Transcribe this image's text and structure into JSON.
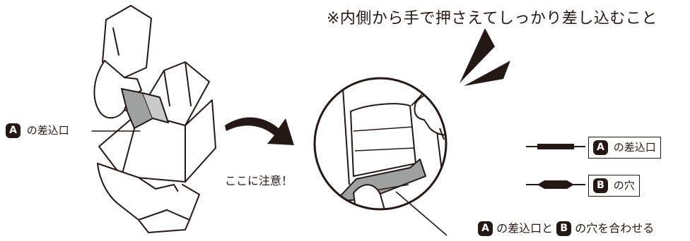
{
  "note": "※内側から手で押さえてしっかり差し込むこと",
  "caution": "ここに注意！",
  "badges": {
    "a": "A",
    "b": "B"
  },
  "left_callout": {
    "text": "の差込口"
  },
  "legend": {
    "slot_text": "の差込口",
    "hole_text": "の穴"
  },
  "bottom_caption": {
    "part1": "の差込口と",
    "part2": "の穴を合わせる"
  },
  "colors": {
    "ink": "#231815",
    "tab_gray": "#9fa0a0",
    "light_gray": "#c9caca"
  }
}
